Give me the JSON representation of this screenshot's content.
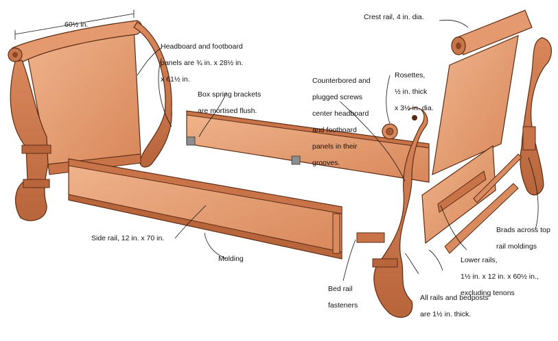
{
  "labels": {
    "width_dim": "60½ in.",
    "headboard_panels": [
      "Headboard and footboard",
      "panels are ¾ in. x 28½ in.",
      "x 61½ in."
    ],
    "box_spring": [
      "Box spring brackets",
      "are mortised flush."
    ],
    "counterbored": [
      "Counterbored and",
      "plugged screws",
      "center headboard",
      "and footboard",
      "panels in their",
      "grooves."
    ],
    "rosettes": [
      "Rosettes,",
      "½ in. thick",
      "x 3½ in. dia."
    ],
    "crest_rail": "Crest rail, 4 in. dia.",
    "brads": [
      "Brads across top",
      "rail moldings"
    ],
    "lower_rails": [
      "Lower rails,",
      "1½ in. x 12 in. x 60½ in.,",
      "excluding tenons"
    ],
    "side_rail": "Side rail, 12 in. x 70 in.",
    "molding": "Molding",
    "bed_rail_fasteners": [
      "Bed rail",
      "fasteners"
    ],
    "all_rails": [
      "All rails and bedposts",
      "are 1½ in. thick."
    ]
  },
  "colors": {
    "wood_light": "#e9a27a",
    "wood_mid": "#d98a5e",
    "wood_dark": "#b8653c",
    "outline": "#5a2a12",
    "text": "#111111"
  }
}
